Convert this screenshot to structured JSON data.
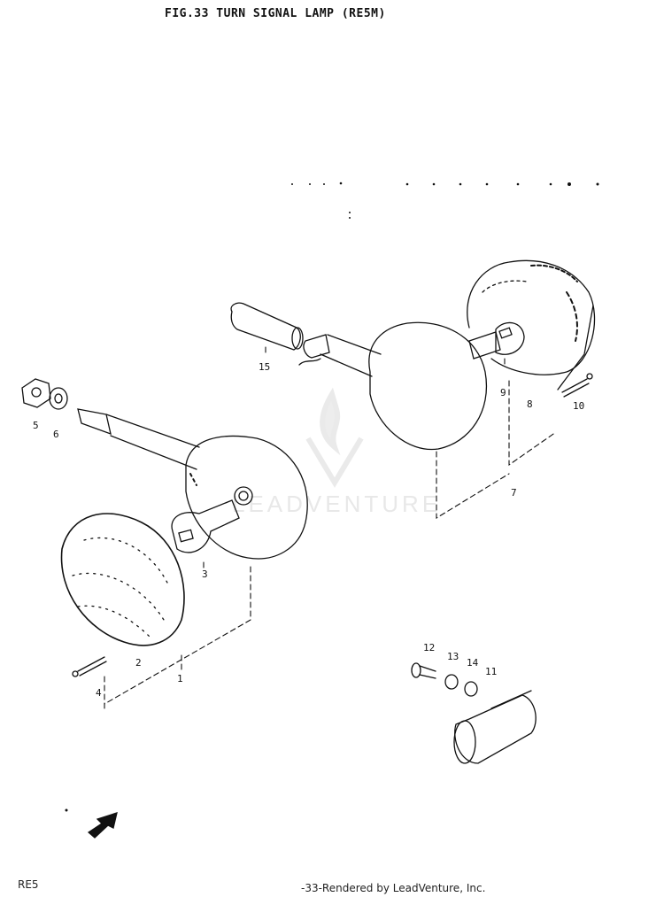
{
  "header": {
    "title": "FIG.33  TURN SIGNAL LAMP (RE5M)"
  },
  "footer": {
    "model_code": "RE5",
    "page_credit": "-33-Rendered by LeadVenture, Inc."
  },
  "watermark": {
    "logo_text": "LEADVENTURE",
    "icon": "flame-v-logo-icon"
  },
  "callouts": [
    "1",
    "2",
    "3",
    "4",
    "5",
    "6",
    "7",
    "8",
    "9",
    "10",
    "11",
    "12",
    "13",
    "14",
    "15"
  ],
  "colors": {
    "ink": "#111111",
    "paper": "#ffffff",
    "watermark": "#e6e6e6"
  }
}
